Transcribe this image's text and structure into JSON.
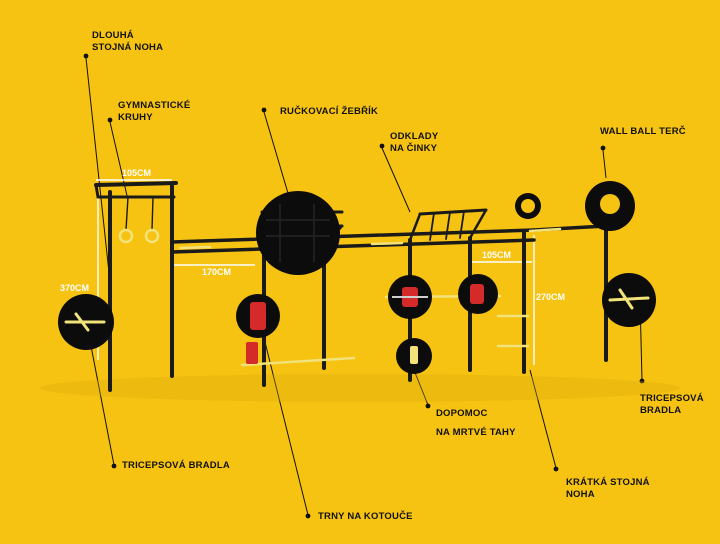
{
  "labels": {
    "dlouha_noha_1": "DLOUHÁ",
    "dlouha_noha_2": "STOJNÁ NOHA",
    "kruhy_1": "GYMNASTICKÉ",
    "kruhy_2": "KRUHY",
    "zebrik": "RUČKOVACÍ ŽEBŘÍK",
    "odklady_1": "ODKLADY",
    "odklady_2": "NA ČINKY",
    "wallball": "WALL BALL TERČ",
    "tricepsova_bradla_left": "TRICEPSOVÁ BRADLA",
    "tricepsova_right_1": "TRICEPSOVÁ",
    "tricepsova_right_2": "BRADLA",
    "dopomoc_1": "DOPOMOC",
    "dopomoc_2": "NA MRTVÉ TAHY",
    "kratka_noha_1": "KRÁTKÁ STOJNÁ",
    "kratka_noha_2": "NOHA",
    "trny": "TRNY NA KOTOUČE"
  },
  "dimensions": {
    "width_left": "105CM",
    "height_left": "370CM",
    "span_middle": "170CM",
    "width_right": "105CM",
    "height_right": "270CM"
  },
  "colors": {
    "background": "#F7C312",
    "frame": "#1a1a1a",
    "accent_bar": "#F2E27A",
    "plate_red": "#D42A2A",
    "callout_circle": "#0c0c0c",
    "dimension_line": "#ffffff"
  }
}
